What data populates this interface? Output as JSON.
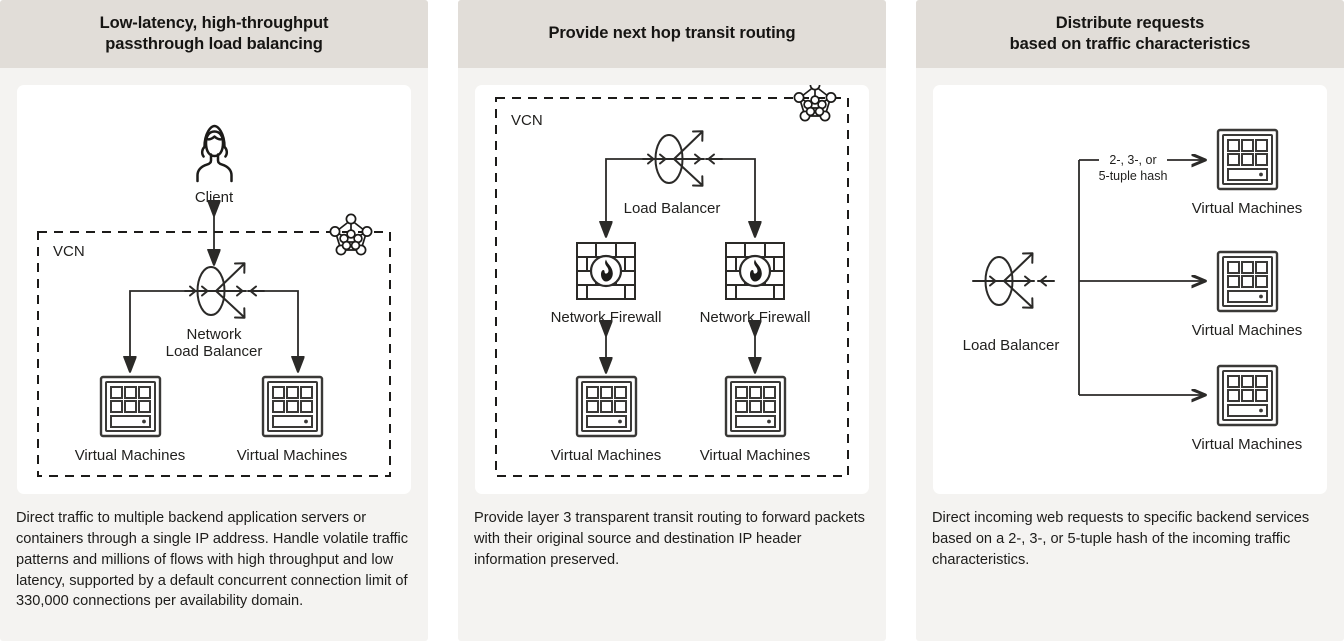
{
  "theme": {
    "page_bg": "#ffffff",
    "card_bg": "#f4f3f1",
    "header_bg": "#e1ddd8",
    "panel_bg": "#ffffff",
    "ink": "#1d1c1a",
    "stroke": "#2b2a28"
  },
  "cards": [
    {
      "id": "low-latency-passthrough",
      "title": "Low-latency, high-throughput\npassthrough load balancing",
      "title_line1": "Low-latency, high-throughput",
      "title_line2": "passthrough load balancing",
      "caption": "Direct traffic to multiple backend application servers or containers through a single IP address. Handle volatile traffic patterns and millions of flows with high throughput and low latency, supported by a default concurrent connection limit of 330,000 connections per availability domain.",
      "diagram": {
        "boundary_label": "VCN",
        "nodes": [
          {
            "name": "client",
            "icon": "client-icon",
            "label": "Client"
          },
          {
            "name": "network-load-balancer",
            "icon": "load-balancer-icon",
            "label_line1": "Network",
            "label_line2": "Load Balancer"
          },
          {
            "name": "virtual-machines-left",
            "icon": "virtual-machine-icon",
            "label": "Virtual Machines"
          },
          {
            "name": "virtual-machines-right",
            "icon": "virtual-machine-icon",
            "label": "Virtual Machines"
          }
        ],
        "badge_icon": "vcn-network-icon"
      }
    },
    {
      "id": "next-hop-transit-routing",
      "title": "Provide next hop transit routing",
      "title_line1": "Provide next hop transit routing",
      "title_line2": "",
      "caption": "Provide layer 3 transparent transit routing to forward packets with their original source and destination IP header information preserved.",
      "diagram": {
        "boundary_label": "VCN",
        "nodes": [
          {
            "name": "load-balancer",
            "icon": "load-balancer-icon",
            "label": "Load Balancer"
          },
          {
            "name": "network-firewall-left",
            "icon": "network-firewall-icon",
            "label": "Network Firewall"
          },
          {
            "name": "network-firewall-right",
            "icon": "network-firewall-icon",
            "label": "Network Firewall"
          },
          {
            "name": "virtual-machines-left",
            "icon": "virtual-machine-icon",
            "label": "Virtual Machines"
          },
          {
            "name": "virtual-machines-right",
            "icon": "virtual-machine-icon",
            "label": "Virtual Machines"
          }
        ],
        "badge_icon": "vcn-network-icon"
      }
    },
    {
      "id": "distribute-requests",
      "title": "Distribute requests\nbased on traffic characteristics",
      "title_line1": "Distribute requests",
      "title_line2": "based on traffic characteristics",
      "caption": "Direct incoming web requests to specific backend services based on a 2-, 3-, or 5-tuple hash of the incoming traffic characteristics.",
      "diagram": {
        "boundary_label": "",
        "edge_label_line1": "2-, 3-, or",
        "edge_label_line2": "5-tuple hash",
        "nodes": [
          {
            "name": "load-balancer",
            "icon": "load-balancer-icon",
            "label": "Load Balancer"
          },
          {
            "name": "virtual-machines-top",
            "icon": "virtual-machine-icon",
            "label": "Virtual Machines"
          },
          {
            "name": "virtual-machines-middle",
            "icon": "virtual-machine-icon",
            "label": "Virtual Machines"
          },
          {
            "name": "virtual-machines-bottom",
            "icon": "virtual-machine-icon",
            "label": "Virtual Machines"
          }
        ]
      }
    }
  ]
}
